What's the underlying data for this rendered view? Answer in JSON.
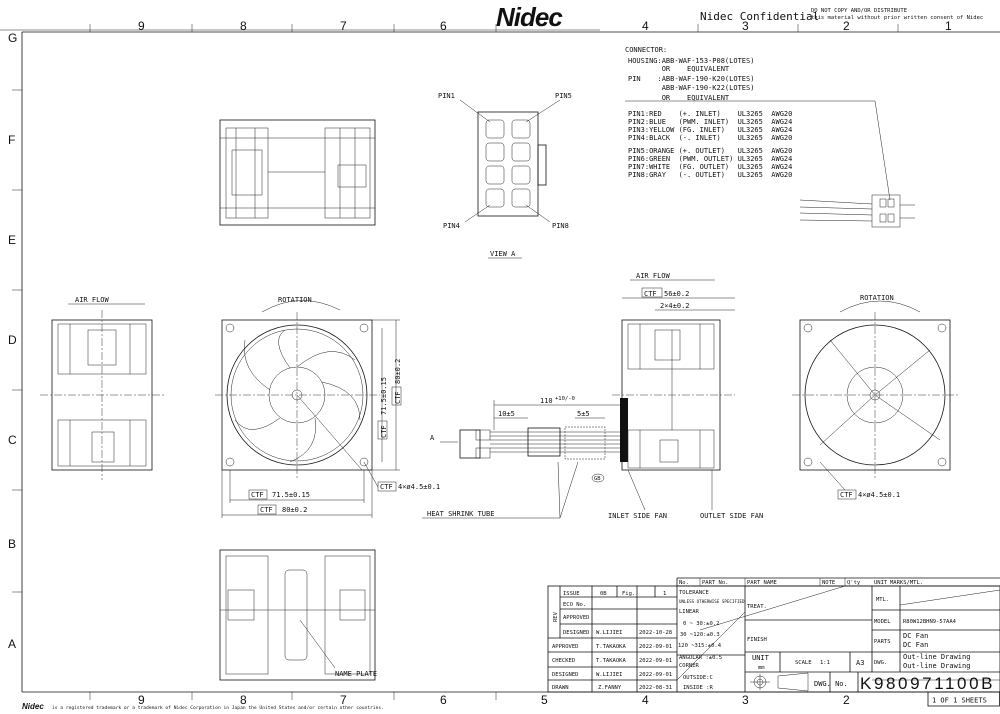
{
  "header": {
    "logo": "Nidec",
    "confidential": "Nidec Confidential",
    "notice_line1": "DO NOT COPY AND/OR DISTRIBUTE",
    "notice_line2": "this material without prior written consent of Nidec"
  },
  "zones": {
    "columns": [
      "9",
      "8",
      "7",
      "6",
      "5",
      "4",
      "3",
      "2",
      "1"
    ],
    "rows": [
      "G",
      "F",
      "E",
      "D",
      "C",
      "B",
      "A"
    ]
  },
  "connector": {
    "title": "CONNECTOR:",
    "lines": [
      "HOUSING:ABB-WAF-153-P08(LOTES)",
      "        OR    EQUIVALENT",
      "PIN    :ABB-WAF-190-K20(LOTES)",
      "        ABB-WAF-190-K22(LOTES)",
      "        OR    EQUIVALENT"
    ],
    "pins": [
      "PIN1:RED    (+. INLET)    UL3265  AWG20",
      "PIN2:BLUE   (PWM. INLET)  UL3265  AWG24",
      "PIN3:YELLOW (FG. INLET)   UL3265  AWG24",
      "PIN4:BLACK  (-. INLET)    UL3265  AWG20",
      "PIN5:ORANGE (+. OUTLET)   UL3265  AWG20",
      "PIN6:GREEN  (PWM. OUTLET) UL3265  AWG24",
      "PIN7:WHITE  (FG. OUTLET)  UL3265  AWG24",
      "PIN8:GRAY   (-. OUTLET)   UL3265  AWG20"
    ]
  },
  "view_a": {
    "pin1": "PIN1",
    "pin5": "PIN5",
    "pin4": "PIN4",
    "pin8": "PIN8",
    "label": "VIEW A"
  },
  "labels": {
    "air_flow": "AIR FLOW",
    "rotation": "ROTATION",
    "heat_shrink_tube": "HEAT SHRINK TUBE",
    "inlet_side_fan": "INLET SIDE FAN",
    "outlet_side_fan": "OUTLET SIDE FAN",
    "name_plate": "NAME PLATE",
    "arrow_a": "A",
    "gb": "GB"
  },
  "dimensions": {
    "ctf": "CTF",
    "d_71_5_h": "71.5±0.15",
    "d_80_h": "80±0.2",
    "d_71_5_v": "71.5±0.15",
    "d_80_v": "80±0.2",
    "holes_left": "4×ø4.5±0.1",
    "holes_right": "4×ø4.5±0.1",
    "depth": "56±0.2",
    "flange": "2×4±0.2",
    "lead_length": "110",
    "lead_tol": "+10/-0",
    "strip1": "10±5",
    "strip2": "5±5"
  },
  "title_block": {
    "headers": [
      "No.",
      "PART No.",
      "PART NAME",
      "NOTE",
      "Q'ty",
      "UNIT",
      "MARKS/MTL."
    ],
    "rev": "REV",
    "issue_label": "ISSUE",
    "issue_value": "0B",
    "fig_label": "Fig.",
    "fig_value": "1",
    "eco_label": "ECO No.",
    "rev_approved": "APPROVED",
    "rev_designed": "DESIGNED",
    "rev_designed_by": "W.LIJIEI",
    "rev_designed_date": "2022-10-28",
    "approved": "APPROVED",
    "approved_by": "T.TAKAOKA",
    "approved_date": "2022-09-01",
    "checked": "CHECKED",
    "checked_by": "T.TAKAOKA",
    "checked_date": "2022-09-01",
    "designed": "DESIGNED",
    "designed_by": "W.LIJIEI",
    "designed_date": "2022-09-01",
    "drawn": "DRAWN",
    "drawn_by": "Z.FANNY",
    "drawn_date": "2022-08-31",
    "tolerance": "TOLERANCE",
    "unless": "UNLESS OTHERWISE SPECIFIED",
    "linear": "LINEAR",
    "tol1": "0 ~ 30:±0.2",
    "tol2": "30 ~120:±0.3",
    "tol3": "120 ~315:±0.4",
    "angular": "ANGULAR :±0.5",
    "corner": "CORNER",
    "outside": "OUTSIDE:C",
    "inside": "INSIDE :R",
    "treat": "TREAT.",
    "finish": "FINISH",
    "unit_label": "UNIT",
    "unit_value": "mm",
    "scale_label": "SCALE",
    "scale_value": "1:1",
    "size": "A3",
    "mtl": "MTL.",
    "model_label": "MODEL",
    "model_value": "R80W12BHN9-57AA4",
    "parts_label": "PARTS",
    "parts_1": "DC Fan",
    "parts_2": "DC Fan",
    "dwg_label": "DWG.",
    "dwg_1": "Out-line Drawing",
    "dwg_2": "Out-line Drawing",
    "dwg_no_label": "DWG. No.",
    "dwg_no": "K980971100B",
    "sheets": "1 OF 1 SHEETS"
  },
  "footer": {
    "logo": "Nidec",
    "text": "is a registered trademark or a trademark of Nidec Corporation in Japan the United States and/or certain other countries."
  }
}
